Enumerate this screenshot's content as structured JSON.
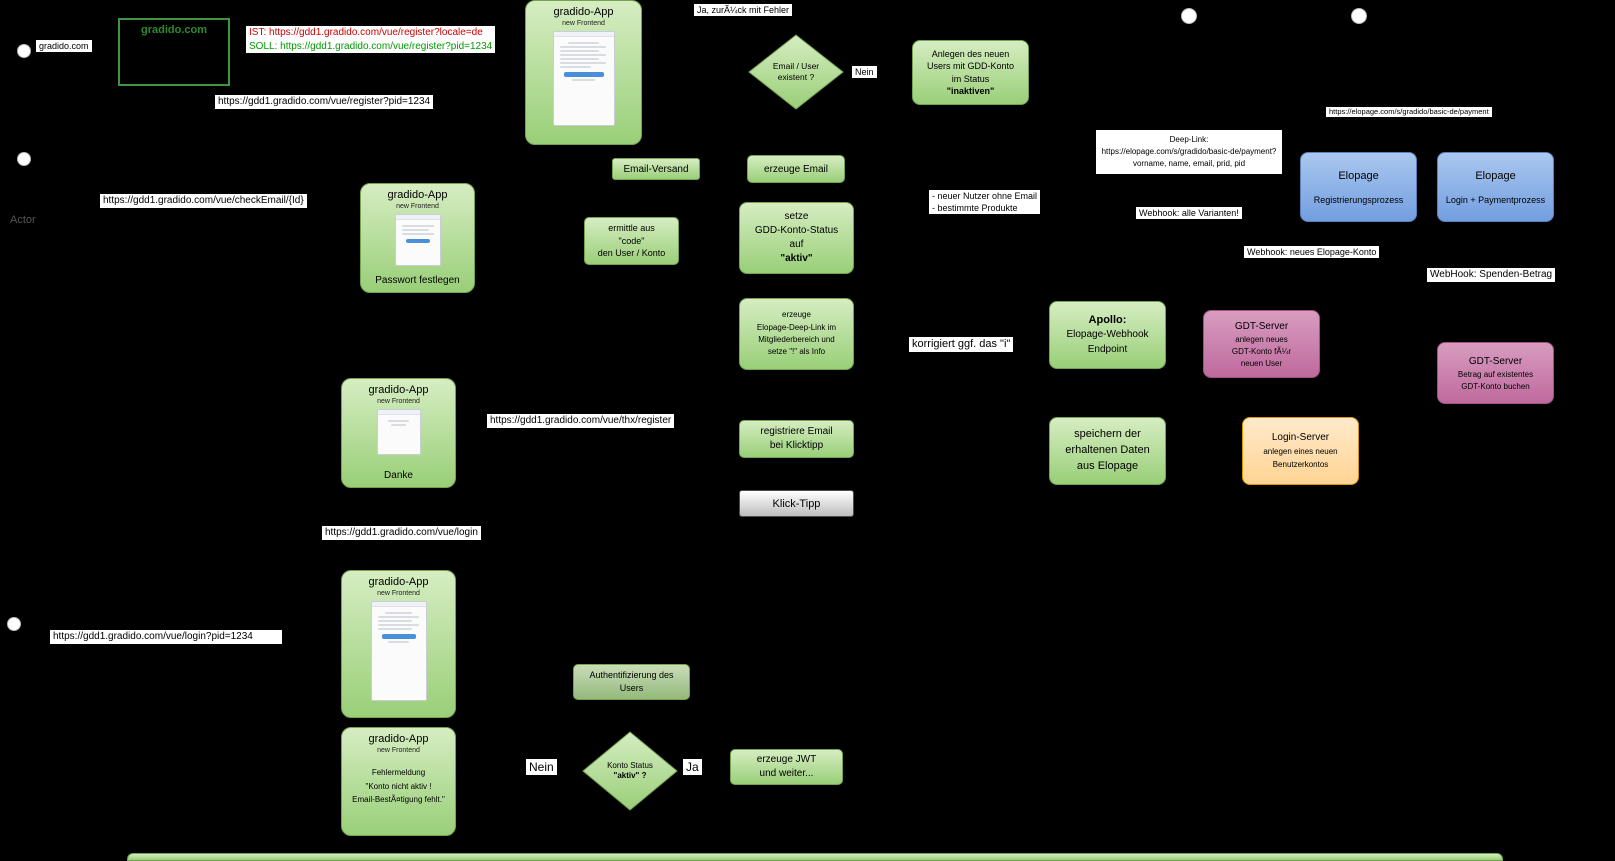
{
  "colors": {
    "background": "#000000",
    "node_green": "#99cf78",
    "node_blue": "#739ee0",
    "node_pink": "#bf6a9d",
    "node_orange": "#ffd493",
    "node_grey": "#bdbdbd",
    "ist_red": "#cc0000",
    "soll_green": "#009900"
  },
  "labels": {
    "actor": "Actor",
    "start_gradido": "gradido.com",
    "ist": "IST: https://gdd1.gradido.com/vue/register?locale=de",
    "soll": "SOLL: https://gdd1.gradido.com/vue/register?pid=1234",
    "url_register_pid": "https://gdd1.gradido.com/vue/register?pid=1234",
    "ja_zurueck": "Ja, zurÃ¼ck mit Fehler",
    "nein_top": "Nein",
    "elopage_payment_url": "https://elopage.com/s/gradido/basic-de/payment",
    "email_versand": "Email-Versand",
    "url_checkemail": "https://gdd1.gradido.com/vue/checkEmail/{Id}",
    "neuer_nutzer_1": "- neuer Nutzer ohne Email",
    "neuer_nutzer_2": "- bestimmte Produkte",
    "webhook_alle": "Webhook: alle Varianten!",
    "webhook_neues": "Webhook: neues Elopage-Konto",
    "webhook_spenden": "WebHook: Spenden-Betrag",
    "korrigiert": "korrigiert ggf. das \"i\"",
    "url_thx": "https://gdd1.gradido.com/vue/thx/register",
    "url_login": "https://gdd1.gradido.com/vue/login",
    "url_login_pid": "https://gdd1.gradido.com/vue/login?pid=1234",
    "nein_bottom": "Nein",
    "ja_bottom": "Ja"
  },
  "nodes": {
    "website": {
      "title": "gradido.com"
    },
    "app_register": {
      "title": "gradido-App",
      "subtitle": "new Frontend"
    },
    "diamond_email": {
      "lines": [
        "Email / User",
        "existent ?"
      ]
    },
    "anlegen": {
      "lines": [
        "Anlegen des neuen",
        "Users mit GDD-Konto",
        "im Status",
        "\"inaktiven\""
      ]
    },
    "erzeuge_email": {
      "label": "erzeuge Email"
    },
    "deeplink": {
      "lines": [
        "Deep-Link:",
        "https://elopage.com/s/gradido/basic-de/payment?",
        "vorname, name, email, prid, pid"
      ]
    },
    "elopage_reg": {
      "title": "Elopage",
      "subtitle": "Registrierungsprozess"
    },
    "elopage_login": {
      "title": "Elopage",
      "subtitle": "Login + Paymentprozess"
    },
    "app_password": {
      "title": "gradido-App",
      "subtitle": "new Frontend",
      "caption": "Passwort festlegen"
    },
    "ermittle": {
      "lines": [
        "ermittle aus",
        "\"code\"",
        "den User / Konto"
      ]
    },
    "setze_status": {
      "lines": [
        "setze",
        "GDD-Konto-Status",
        "auf",
        "\"aktiv\""
      ]
    },
    "erzeuge_deeplink": {
      "lines": [
        "erzeuge",
        "Elopage-Deep-Link im",
        "Mitgliederbereich und",
        "setze \"!\" als Info"
      ]
    },
    "apollo": {
      "lines": [
        "Apollo:",
        "Elopage-Webhook",
        "Endpoint"
      ]
    },
    "gdt1": {
      "lines": [
        "GDT-Server",
        "anlegen neues",
        "GDT-Konto fÃ¼r",
        "neuen User"
      ]
    },
    "gdt2": {
      "lines": [
        "GDT-Server",
        "Betrag auf existentes",
        "GDT-Konto buchen"
      ]
    },
    "app_danke": {
      "title": "gradido-App",
      "subtitle": "new Frontend",
      "caption": "Danke"
    },
    "registriere": {
      "lines": [
        "registriere Email",
        "bei Klicktipp"
      ]
    },
    "klicktipp": {
      "label": "Klick-Tipp"
    },
    "speichern": {
      "lines": [
        "speichern der",
        "erhaltenen Daten",
        "aus Elopage"
      ]
    },
    "login_server": {
      "lines": [
        "Login-Server",
        "anlegen eines neuen",
        "Benutzerkontos"
      ]
    },
    "app_login": {
      "title": "gradido-App",
      "subtitle": "new Frontend"
    },
    "auth": {
      "lines": [
        "Authentifizierung des",
        "Users"
      ]
    },
    "diamond_konto": {
      "lines": [
        "Konto Status",
        "\"aktiv\" ?"
      ]
    },
    "jwt": {
      "lines": [
        "erzeuge JWT",
        "und weiter..."
      ]
    },
    "app_fehler": {
      "title": "gradido-App",
      "subtitle": "new Frontend",
      "lines": [
        "Fehlermeldung",
        "\"Konto nicht aktiv !",
        "Email-BestÃ¤tigung fehlt.\""
      ]
    }
  }
}
